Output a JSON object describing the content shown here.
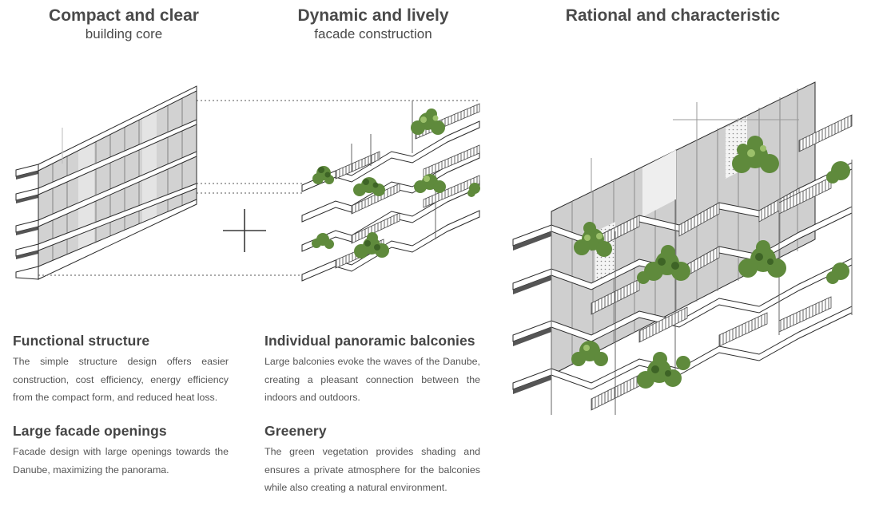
{
  "headings": {
    "core": {
      "title": "Compact and clear",
      "subtitle": "building core"
    },
    "facade": {
      "title": "Dynamic and lively",
      "subtitle": "facade construction"
    },
    "result": {
      "title": "Rational and characteristic"
    }
  },
  "blocks": {
    "functional": {
      "title": "Functional structure",
      "text": "The simple structure design offers easier construction, cost efficiency, energy efficiency from the compact form, and reduced heat loss."
    },
    "openings": {
      "title": "Large facade openings",
      "text": "Facade design with large openings towards the Danube, maximizing the panorama."
    },
    "balconies": {
      "title": "Individual panoramic balconies",
      "text": "Large balconies evoke the waves of the Danube, creating a pleasant connection between the indoors and outdoors."
    },
    "greenery": {
      "title": "Greenery",
      "text": "The green vegetation provides shading and ensures a private atmosphere for the balconies while also creating a natural environment."
    }
  },
  "colors": {
    "glass": "#bdbdbd",
    "glass_dark": "#8e8e8e",
    "slab": "#ffffff",
    "line": "#2b2b2b",
    "plant": "#5f8a3c",
    "plant_dark": "#3e6426",
    "plant_light": "#9bc06a"
  },
  "icons": {
    "combine": "plus-icon"
  }
}
